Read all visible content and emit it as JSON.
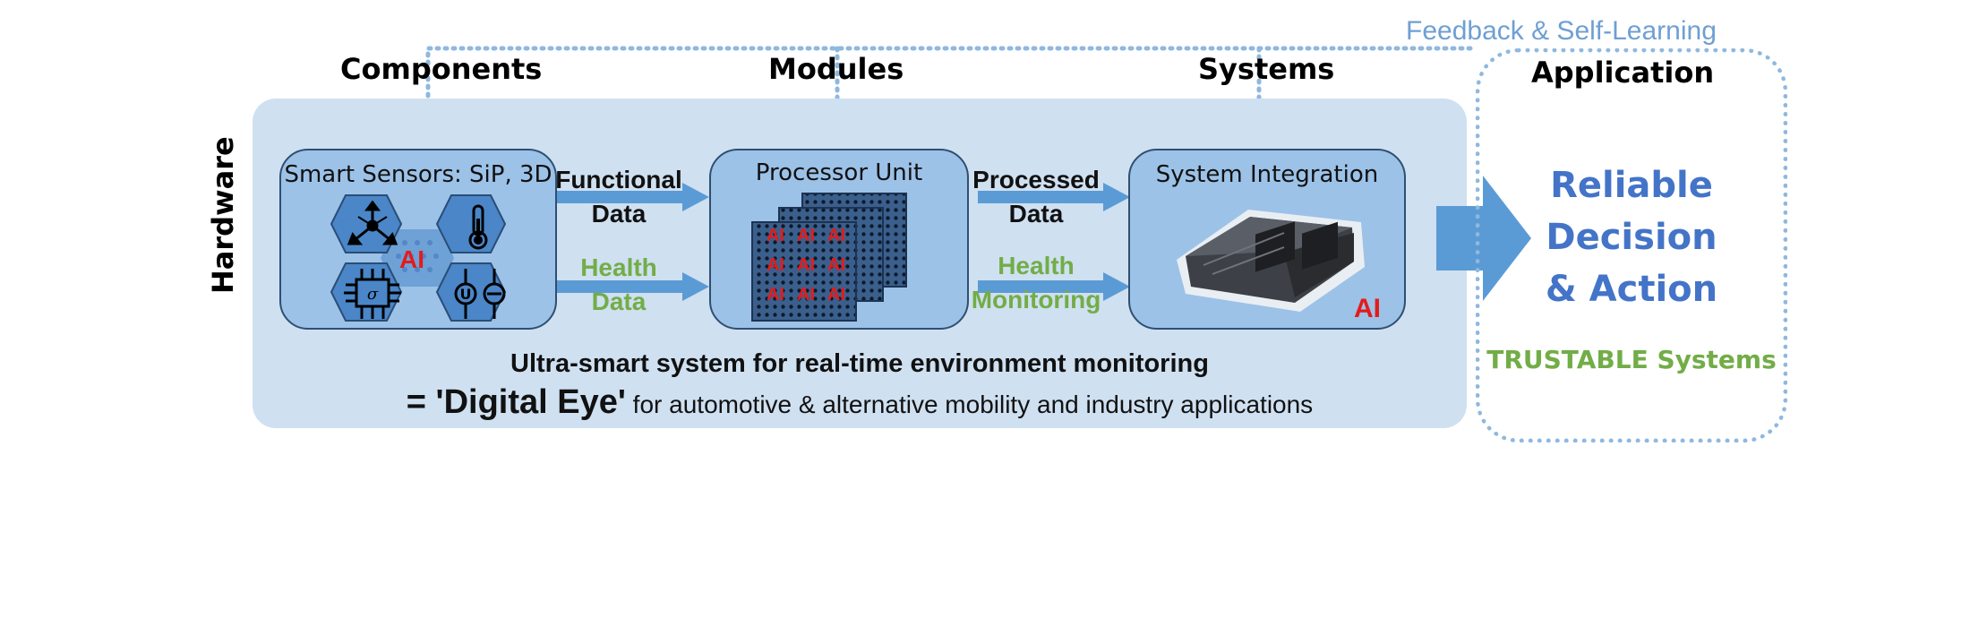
{
  "headers": {
    "components": "Components",
    "modules": "Modules",
    "systems": "Systems",
    "application": "Application",
    "hardware": "Hardware"
  },
  "feedback_label": "Feedback & Self-Learning",
  "cards": {
    "sensors": {
      "title": "Smart Sensors: SiP, 3D",
      "ai": "AI"
    },
    "processor": {
      "title": "Processor Unit",
      "ai_grid": [
        "AI",
        "AI",
        "AI",
        "AI",
        "AI",
        "AI",
        "AI",
        "AI",
        "AI"
      ]
    },
    "system": {
      "title": "System Integration",
      "ai": "AI"
    }
  },
  "flows": {
    "functional_1": "Functional",
    "functional_2": "Data",
    "health_1": "Health",
    "health_2": "Data",
    "processed_1": "Processed",
    "processed_2": "Data",
    "health_mon_1": "Health",
    "health_mon_2": "Monitoring"
  },
  "footer": {
    "line1": "Ultra-smart system for real-time environment monitoring",
    "line2_prefix": "= 'Digital Eye'",
    "line2_rest": " for automotive & alternative mobility and industry applications"
  },
  "application": {
    "line1": "Reliable",
    "line2": "Decision",
    "line3": "& Action",
    "trust": "TRUSTABLE Systems"
  },
  "colors": {
    "panel": "#cfe0f1",
    "card": "#9cc2e8",
    "arrow": "#5b9bd5",
    "decision": "#4374c8",
    "green": "#72ad47",
    "ai_red": "#e41b1b",
    "feedback": "#6f9fd3"
  },
  "icons": [
    "radiation-sensor-icon",
    "thermometer-icon",
    "pressure-chip-icon",
    "voltage-current-icon",
    "chip-array-icon",
    "ecu-module-icon"
  ]
}
